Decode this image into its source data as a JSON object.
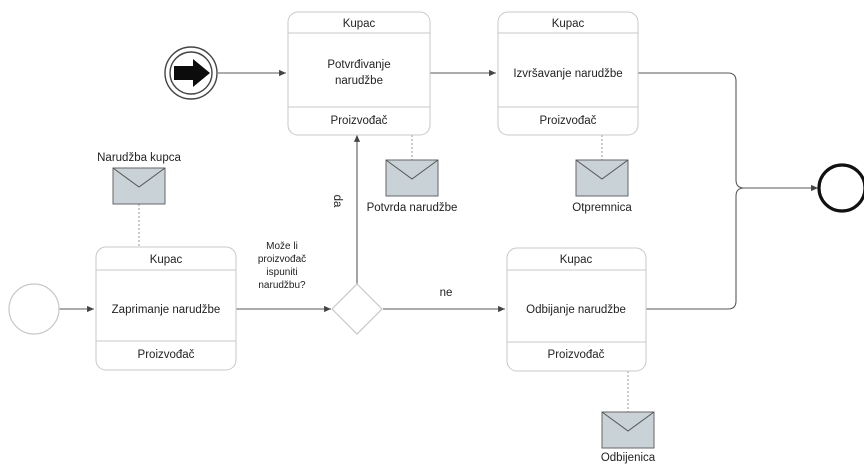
{
  "tasks": {
    "potvrdivanje": {
      "top": "Kupac",
      "line1": "Potvrđivanje",
      "line2": "narudžbe",
      "bottom": "Proizvođač"
    },
    "izvrsavanje": {
      "top": "Kupac",
      "name": "Izvršavanje narudžbe",
      "bottom": "Proizvođač"
    },
    "zaprimanje": {
      "top": "Kupac",
      "name": "Zaprimanje narudžbe",
      "bottom": "Proizvođač"
    },
    "odbijanje": {
      "top": "Kupac",
      "name": "Odbijanje narudžbe",
      "bottom": "Proizvođač"
    }
  },
  "messages": {
    "narudzba_kupca": "Narudžba kupca",
    "potvrda": "Potvrda narudžbe",
    "otpremnica": "Otpremnica",
    "odbijenica": "Odbijenica"
  },
  "gateway": {
    "question": [
      "Može li",
      "proizvođač",
      "ispuniti",
      "narudžbu?"
    ],
    "yes": "da",
    "no": "ne"
  },
  "colors": {
    "envelope_fill": "#c9d2d6",
    "flow_line": "#5a5a5a",
    "box_border": "#c8c8c8"
  }
}
